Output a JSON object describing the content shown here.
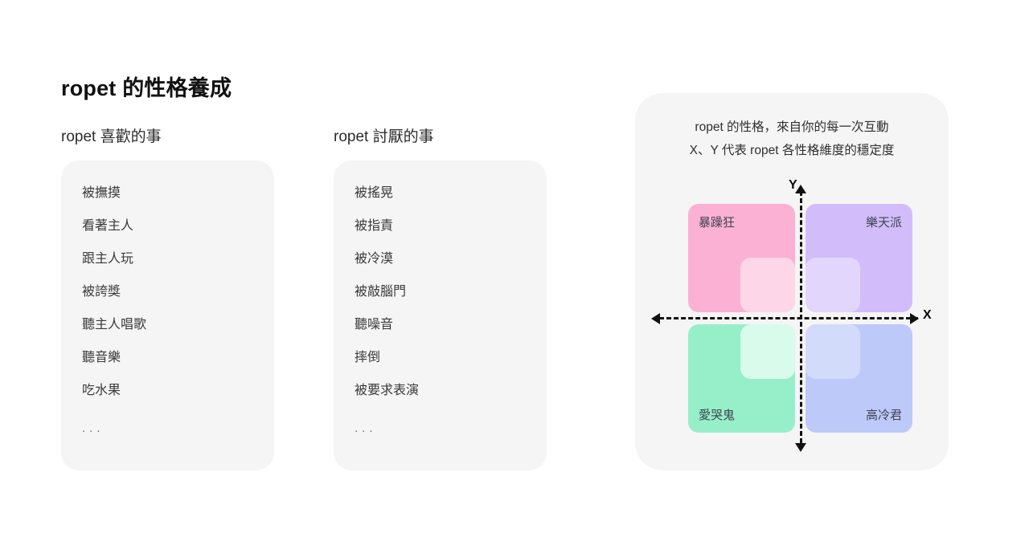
{
  "page": {
    "title": "ropet 的性格養成",
    "background": "#ffffff"
  },
  "columns": [
    {
      "key": "likes",
      "heading": "ropet 喜歡的事",
      "items": [
        "被撫摸",
        "看著主人",
        "跟主人玩",
        "被誇獎",
        "聽主人唱歌",
        "聽音樂",
        "吃水果"
      ],
      "more": "..."
    },
    {
      "key": "hates",
      "heading": "ropet 討厭的事",
      "items": [
        "被搖晃",
        "被指責",
        "被冷漠",
        "被敲腦門",
        "聽噪音",
        "摔倒",
        "被要求表演"
      ],
      "more": "..."
    }
  ],
  "panel": {
    "caption_line1": "ropet 的性格，來自你的每一次互動",
    "caption_line2": "X、Y 代表 ropet 各性格維度的穩定度",
    "background": "#f5f5f5",
    "axes": {
      "x_label": "X",
      "y_label": "Y",
      "line_color": "#111111",
      "style": "dashed",
      "arrows": [
        "up",
        "down",
        "left",
        "right"
      ]
    },
    "quadrants": [
      {
        "position": "top-left",
        "label": "暴躁狂",
        "color": "#fbb1d3",
        "inner_color": "#fdd6e8"
      },
      {
        "position": "top-right",
        "label": "樂天派",
        "color": "#d2bdfa",
        "inner_color": "#e2d6fc"
      },
      {
        "position": "bottom-left",
        "label": "愛哭鬼",
        "color": "#96efc9",
        "inner_color": "#d9fbec"
      },
      {
        "position": "bottom-right",
        "label": "高冷君",
        "color": "#bdc9f9",
        "inner_color": "#d3dbfb"
      }
    ]
  }
}
